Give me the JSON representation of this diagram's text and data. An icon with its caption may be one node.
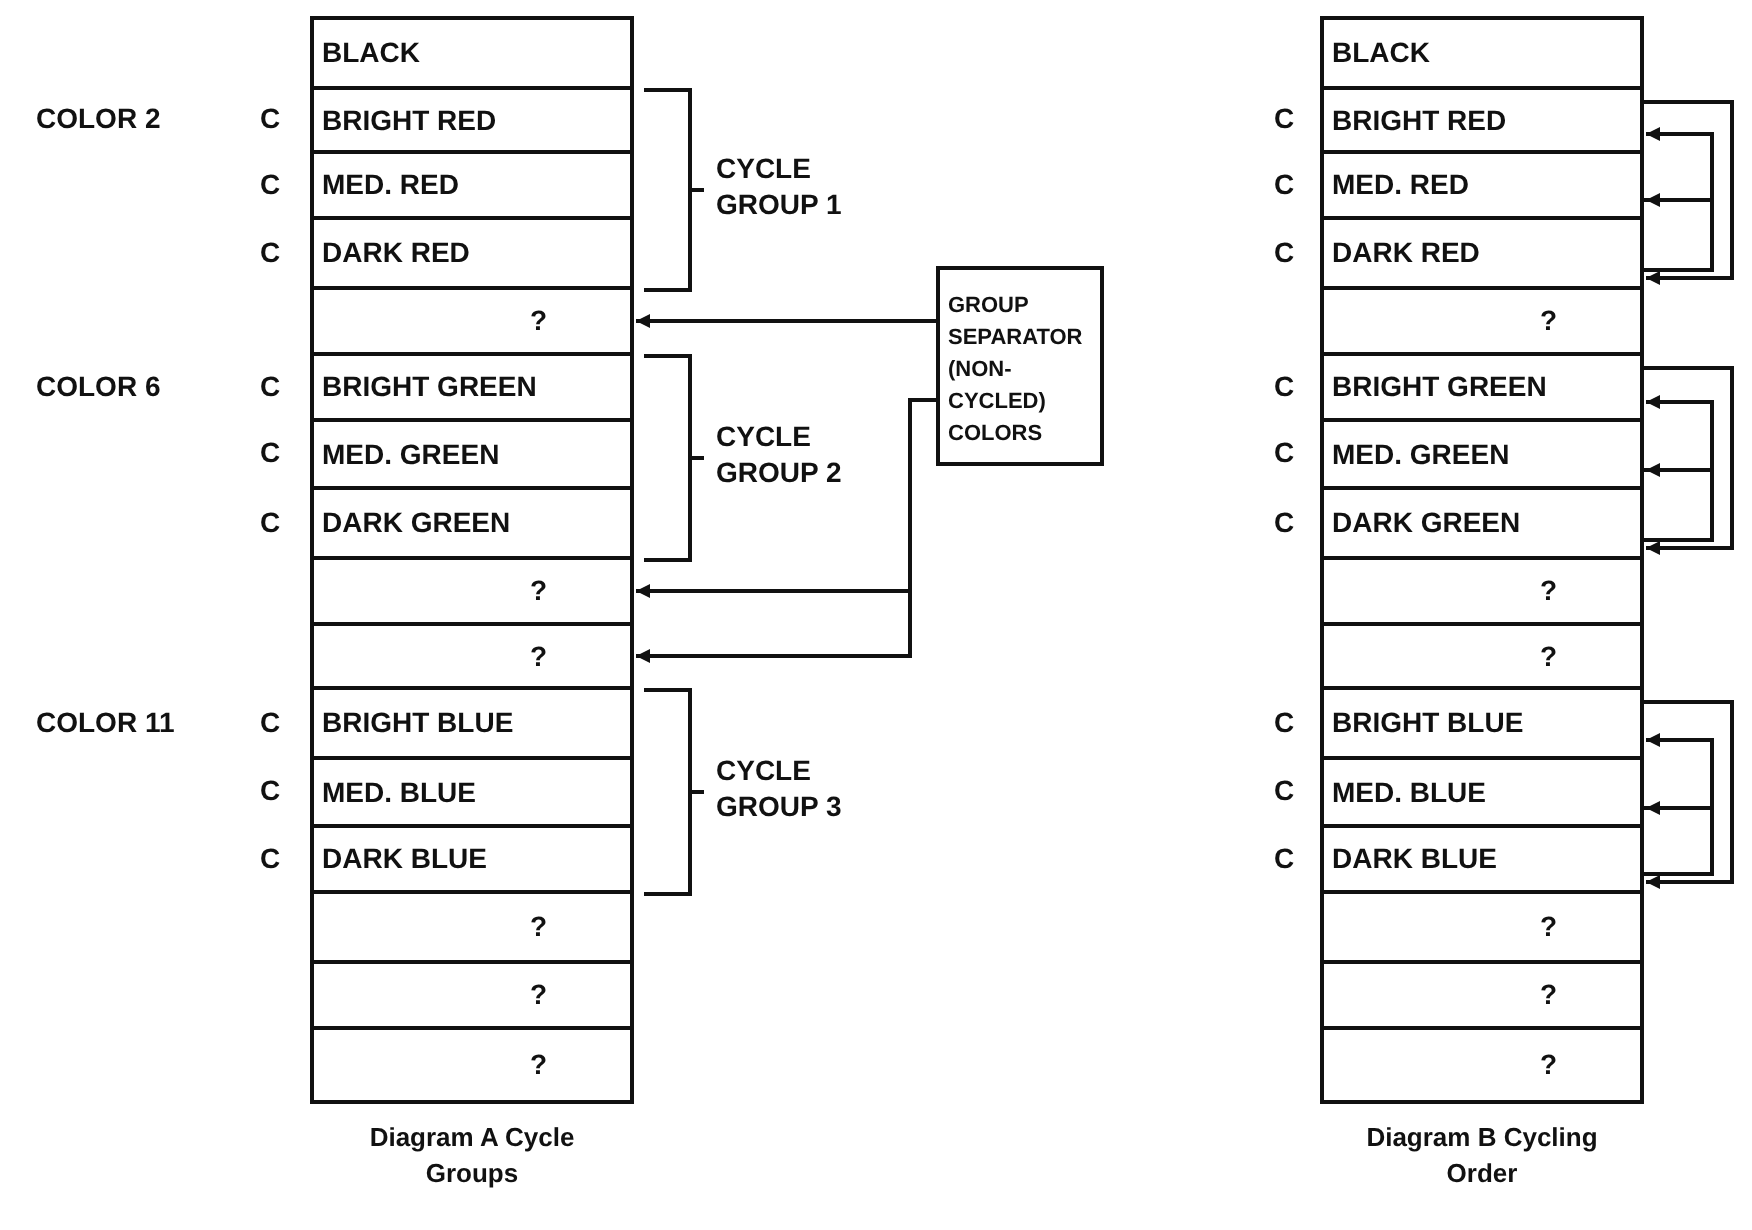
{
  "diagram": {
    "nodes": [
      {
        "text": [
          "BLACK"
        ]
      },
      {
        "text": [
          "BRIGHT RED"
        ],
        "beside": [
          "COLOR 2",
          "C"
        ]
      },
      {
        "text": [
          "MED. RED"
        ],
        "beside": [
          "C"
        ]
      },
      {
        "text": [
          "DARK RED"
        ],
        "beside": [
          "C"
        ]
      },
      {
        "text": [
          "?"
        ]
      },
      {
        "text": [
          "BRIGHT GREEN"
        ],
        "beside": [
          "COLOR 6",
          "C"
        ]
      },
      {
        "text": [
          "MED. GREEN"
        ],
        "beside": [
          "C"
        ]
      },
      {
        "text": [
          "DARK GREEN"
        ],
        "beside": [
          "C"
        ]
      },
      {
        "text": [
          "?"
        ]
      },
      {
        "text": [
          "?"
        ]
      },
      {
        "text": [
          "BRIGHT BLUE"
        ],
        "beside": [
          "COLOR 11",
          "C"
        ]
      },
      {
        "text": [
          "MED. BLUE"
        ],
        "beside": [
          "C"
        ]
      },
      {
        "text": [
          "DARK BLUE"
        ],
        "beside": [
          "C"
        ]
      },
      {
        "text": [
          "?"
        ]
      },
      {
        "text": [
          "?"
        ]
      },
      {
        "text": [
          "?"
        ]
      },
      {
        "text": [
          "GROUP SEPARATOR (NON-CYCLED) COLORS"
        ]
      },
      {
        "text": [
          "BLACK"
        ]
      },
      {
        "text": [
          "BRIGHT RED"
        ],
        "beside": [
          "C"
        ]
      },
      {
        "text": [
          "MED. RED"
        ],
        "beside": [
          "C"
        ]
      },
      {
        "text": [
          "DARK RED"
        ],
        "beside": [
          "C"
        ]
      },
      {
        "text": [
          "?"
        ]
      },
      {
        "text": [
          "BRIGHT GREEN"
        ],
        "beside": [
          "C"
        ]
      },
      {
        "text": [
          "MED. GREEN"
        ],
        "beside": [
          "C"
        ]
      },
      {
        "text": [
          "DARK GREEN"
        ],
        "beside": [
          "C"
        ]
      },
      {
        "text": [
          "?"
        ]
      },
      {
        "text": [
          "?"
        ]
      },
      {
        "text": [
          "BRIGHT BLUE"
        ],
        "beside": [
          "C"
        ]
      },
      {
        "text": [
          "MED. BLUE"
        ],
        "beside": [
          "C"
        ]
      },
      {
        "text": [
          "DARK BLUE"
        ],
        "beside": [
          "C"
        ]
      },
      {
        "text": [
          "?"
        ]
      },
      {
        "text": [
          "?"
        ]
      },
      {
        "text": [
          "?"
        ]
      }
    ],
    "edges": [
      {
        "from": 16,
        "to": 4,
        "arrow": "to"
      },
      {
        "from": 16,
        "to": 8,
        "arrow": "to"
      },
      {
        "from": 16,
        "to": 9,
        "arrow": "to"
      },
      {
        "from": 19,
        "to": 18,
        "arrow": "to"
      },
      {
        "from": 20,
        "to": 19,
        "arrow": "to"
      },
      {
        "from": 18,
        "to": 20,
        "arrow": "to"
      },
      {
        "from": 23,
        "to": 22,
        "arrow": "to"
      },
      {
        "from": 24,
        "to": 23,
        "arrow": "to"
      },
      {
        "from": 22,
        "to": 24,
        "arrow": "to"
      },
      {
        "from": 28,
        "to": 27,
        "arrow": "to"
      },
      {
        "from": 29,
        "to": 28,
        "arrow": "to"
      },
      {
        "from": 27,
        "to": 29,
        "arrow": "to"
      }
    ],
    "labels": [
      "CYCLE GROUP 1",
      "CYCLE GROUP 2",
      "CYCLE GROUP 3",
      "Diagram A Cycle Groups",
      "Diagram B Cycling Order"
    ]
  }
}
